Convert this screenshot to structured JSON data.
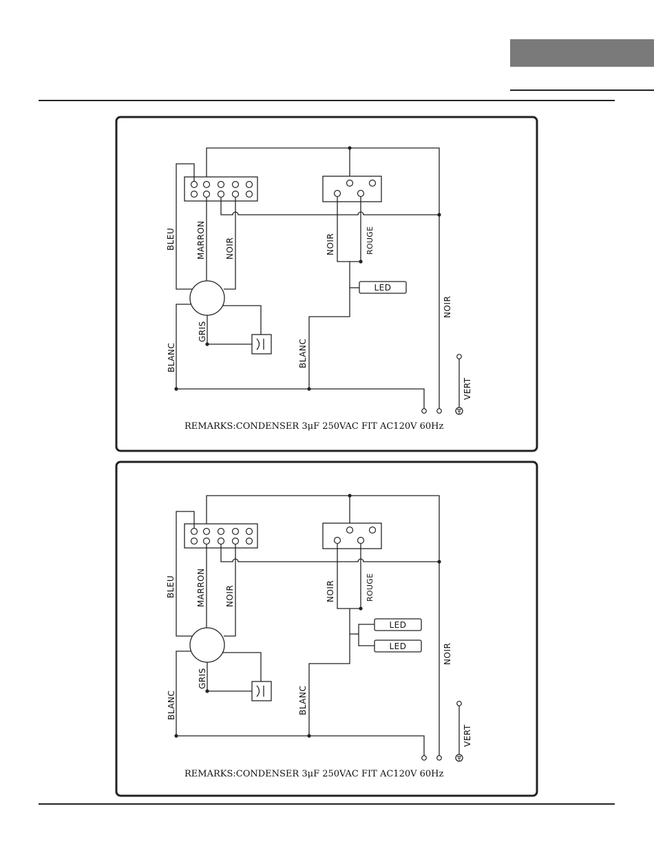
{
  "header": {
    "tab_color": "#7a7a7a"
  },
  "diagrams": [
    {
      "labels": {
        "bleu": "BLEU",
        "marron": "MARRON",
        "noir_motor": "NOIR",
        "noir_switch": "NOIR",
        "rouge": "ROUGE",
        "led": "LED",
        "noir_right": "NOIR",
        "gris": "GRIS",
        "blanc_left": "BLANC",
        "blanc_mid": "BLANC",
        "vert": "VERT",
        "remark": "REMARKS:CONDENSER 3μF  250VAC FIT AC120V 60Hz"
      }
    },
    {
      "labels": {
        "bleu": "BLEU",
        "marron": "MARRON",
        "noir_motor": "NOIR",
        "noir_switch": "NOIR",
        "rouge": "ROUGE",
        "led1": "LED",
        "led2": "LED",
        "noir_right": "NOIR",
        "gris": "GRIS",
        "blanc_left": "BLANC",
        "blanc_mid": "BLANC",
        "vert": "VERT",
        "remark": "REMARKS:CONDENSER 3μF  250VAC FIT AC120V 60Hz"
      }
    }
  ]
}
